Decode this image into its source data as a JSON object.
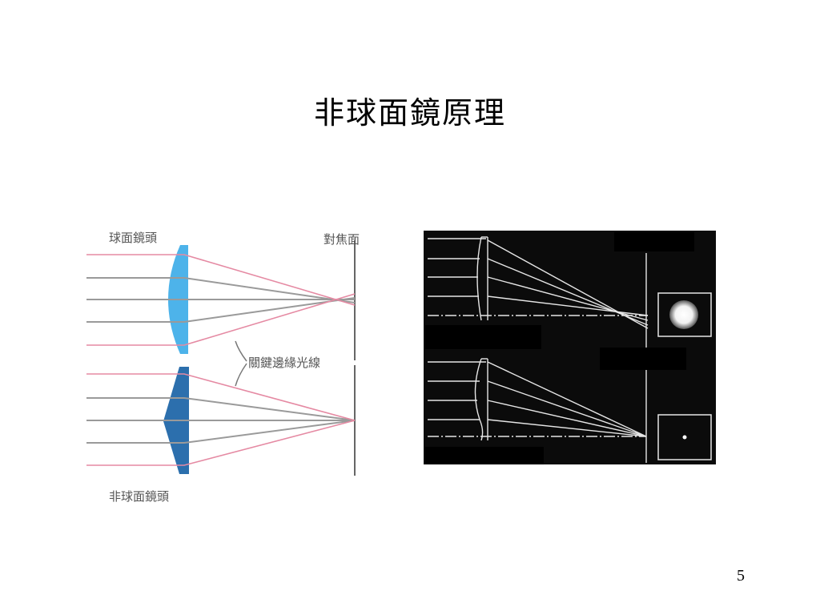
{
  "slide": {
    "title": "非球面鏡原理",
    "page_number": "5"
  },
  "left_figure": {
    "label_spherical_lens": "球面鏡頭",
    "label_focal_plane": "對焦面",
    "label_key_edge_rays": "關鍵邊緣光線",
    "label_aspheric_lens": "非球面鏡頭",
    "colors": {
      "spherical_lens": "#4db3ea",
      "aspheric_lens": "#2c6fad",
      "edge_ray": "#e58aa3",
      "ray": "#9a9a9a",
      "focal_plane": "#666666"
    }
  },
  "right_figure": {
    "colors": {
      "background": "#0b0b0b",
      "line": "#e6e6e6"
    }
  }
}
